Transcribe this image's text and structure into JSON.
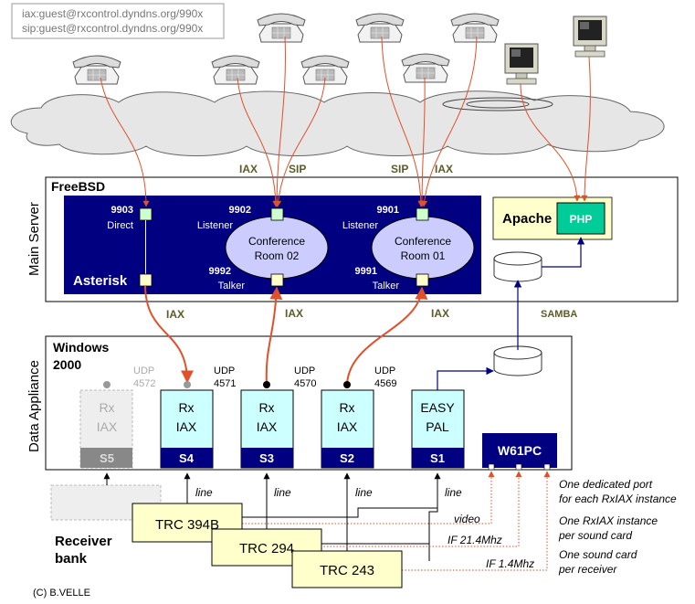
{
  "header_box": {
    "line1": "iax:guest@rxcontrol.dyndns.org/990x",
    "line2": "sip:guest@rxcontrol.dyndns.org/990x"
  },
  "protocols": {
    "iax_left": "IAX",
    "sip_left": "SIP",
    "sip_right": "SIP",
    "iax_right": "IAX",
    "iax_s4": "IAX",
    "iax_s3": "IAX",
    "iax_s2": "IAX",
    "samba": "SAMBA"
  },
  "main_server": {
    "side_label": "Main Server",
    "os": "FreeBSD",
    "asterisk": "Asterisk",
    "ports": [
      {
        "number": "9903",
        "role": "Direct"
      },
      {
        "number": "9902",
        "role": "Listener"
      },
      {
        "number": "9992",
        "role": "Talker"
      },
      {
        "number": "9901",
        "role": "Listener"
      },
      {
        "number": "9991",
        "role": "Talker"
      }
    ],
    "rooms": [
      {
        "line1": "Conference",
        "line2": "Room 02"
      },
      {
        "line1": "Conference",
        "line2": "Room 01"
      }
    ],
    "apache": "Apache",
    "php": "PHP"
  },
  "data_appliance": {
    "side_label": "Data Appliance",
    "os_line1": "Windows",
    "os_line2": "2000",
    "slots": [
      {
        "line1": "Rx",
        "line2": "IAX",
        "id": "S5",
        "udp_label": "UDP",
        "udp_port": "4572"
      },
      {
        "line1": "Rx",
        "line2": "IAX",
        "id": "S4",
        "udp_label": "UDP",
        "udp_port": "4571"
      },
      {
        "line1": "Rx",
        "line2": "IAX",
        "id": "S3",
        "udp_label": "UDP",
        "udp_port": "4570"
      },
      {
        "line1": "Rx",
        "line2": "IAX",
        "id": "S2",
        "udp_label": "UDP",
        "udp_port": "4569"
      },
      {
        "line1": "EASY",
        "line2": "PAL",
        "id": "S1"
      }
    ],
    "w61pc": "W61PC"
  },
  "links": {
    "line1": "line",
    "line2": "line",
    "line3": "line",
    "line4": "line",
    "video": "video",
    "if1": "IF 21.4Mhz",
    "if2": "IF 1.4Mhz"
  },
  "receivers": {
    "bank_line1": "Receiver",
    "bank_line2": "bank",
    "trc1": "TRC 394B",
    "trc2": "TRC 294",
    "trc3": "TRC 243"
  },
  "notes": [
    {
      "line1": "One dedicated port",
      "line2": "for each RxIAX instance"
    },
    {
      "line1": "One RxIAX instance",
      "line2": "per sound card"
    },
    {
      "line1": "One sound card",
      "line2": "per receiver"
    }
  ],
  "credit": "(C) B.VELLE",
  "colors": {
    "navy": "#000080",
    "cyan": "#ccffff",
    "ellipse": "#ccccff",
    "port": "#ccffcc",
    "port_talker": "#ffffcc",
    "trc": "#ffffcc",
    "php": "#00cc99",
    "apache_bg": "#ffffcc",
    "orange": "#e0502a",
    "olive": "#5c5c2a",
    "cloud": "#e6e6e6"
  }
}
